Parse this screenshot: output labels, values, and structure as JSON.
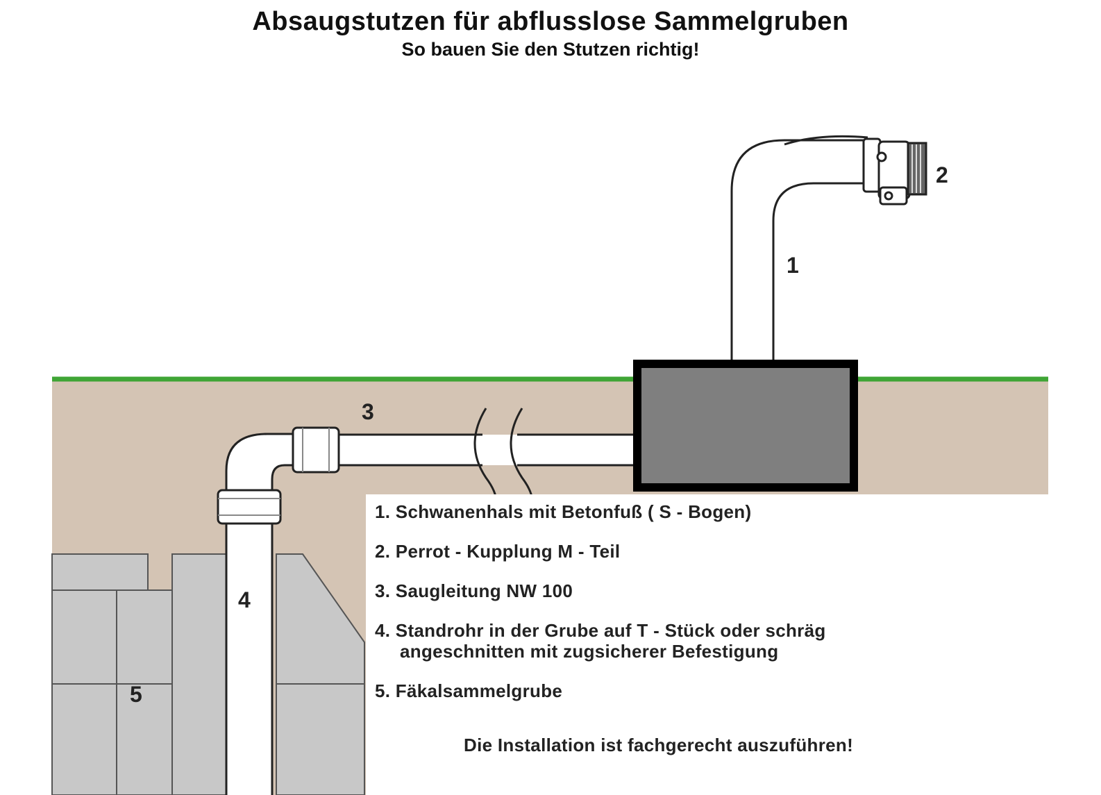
{
  "title": "Absaugstutzen für abflusslose Sammelgruben",
  "subtitle": "So bauen Sie den Stutzen richtig!",
  "callouts": {
    "n1": "1",
    "n2": "2",
    "n3": "3",
    "n4": "4",
    "n5": "5"
  },
  "legend": {
    "item1": "1. Schwanenhals mit Betonfuß ( S - Bogen)",
    "item2": "2. Perrot - Kupplung M - Teil",
    "item3": "3. Saugleitung NW 100",
    "item4_line1": "4. Standrohr in der Grube auf T - Stück oder schräg",
    "item4_line2": "angeschnitten mit zugsicherer Befestigung",
    "item5": "5. Fäkalsammelgrube"
  },
  "note": "Die Installation ist fachgerecht auszuführen!",
  "colors": {
    "soil": "#d4c4b4",
    "grass": "#3fa535",
    "concrete": "#c8c8c8",
    "box_fill": "#7f7f7f",
    "outline": "#222222"
  }
}
